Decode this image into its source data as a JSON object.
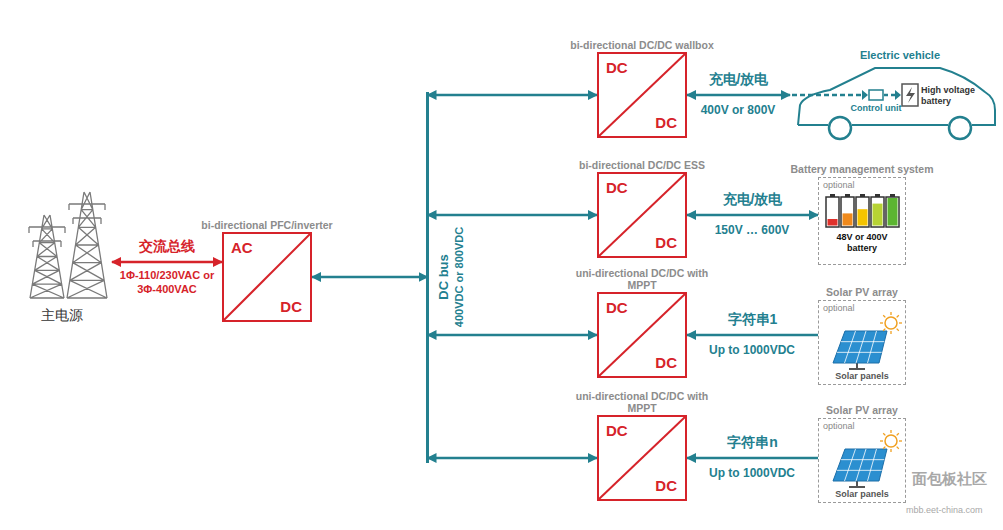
{
  "diagram": {
    "nodes": [
      {
        "text": [
          "主电源"
        ]
      },
      {
        "text": [
          "bi-directional PFC/inverter",
          "AC",
          "DC"
        ]
      },
      {
        "text": [
          "DC bus",
          "400VDC or 800VDC"
        ]
      },
      {
        "text": [
          "bi-directional DC/DC wallbox",
          "DC",
          "DC"
        ]
      },
      {
        "text": [
          "bi-directional DC/DC ESS",
          "DC",
          "DC"
        ]
      },
      {
        "text": [
          "uni-directional DC/DC with MPPT",
          "DC",
          "DC"
        ]
      },
      {
        "text": [
          "uni-directional DC/DC with MPPT",
          "DC",
          "DC"
        ]
      },
      {
        "text": [
          "Electric vehicle",
          "Control unit",
          "High voltage battery"
        ]
      },
      {
        "text": [
          "Battery management system",
          "optional",
          "48V or 400V battery"
        ]
      },
      {
        "text": [
          "Solar PV array",
          "optional",
          "Solar panels"
        ]
      },
      {
        "text": [
          "Solar PV array",
          "optional",
          "Solar panels"
        ]
      }
    ],
    "edges": [
      {
        "from": 0,
        "to": 1,
        "arrow": "both",
        "label": "交流总线"
      },
      {
        "from": 1,
        "to": 2,
        "arrow": "both"
      },
      {
        "from": 2,
        "to": 3,
        "arrow": "both"
      },
      {
        "from": 2,
        "to": 4,
        "arrow": "both"
      },
      {
        "from": 2,
        "to": 5,
        "arrow": "both"
      },
      {
        "from": 2,
        "to": 6,
        "arrow": "both"
      },
      {
        "from": 3,
        "to": 7,
        "arrow": "both",
        "label": "充电/放电"
      },
      {
        "from": 4,
        "to": 8,
        "arrow": "both",
        "label": "充电/放电"
      },
      {
        "from": 9,
        "to": 5,
        "arrow": "to",
        "label": "字符串1"
      },
      {
        "from": 10,
        "to": 6,
        "arrow": "to",
        "label": "字符串n"
      }
    ],
    "labels": [
      "1Φ-110/230VAC or 3Φ-400VAC",
      "400V or 800V",
      "150V … 600V",
      "Up to 1000VDC",
      "Up to 1000VDC",
      "面包板社区",
      "mbb.eet-china.com"
    ]
  }
}
